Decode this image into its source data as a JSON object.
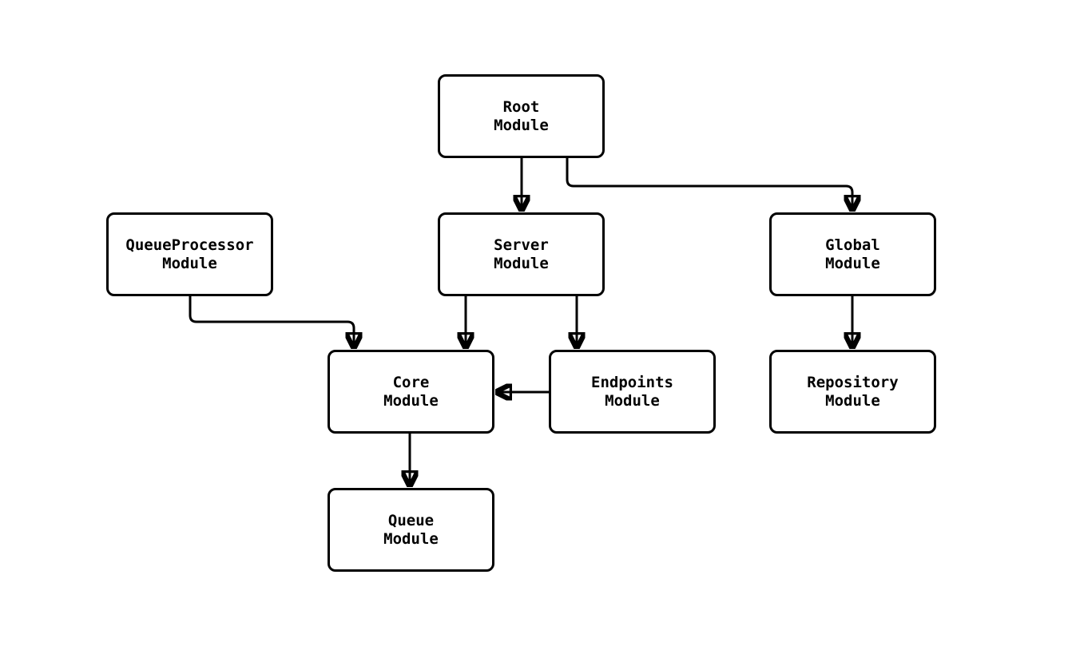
{
  "diagram": {
    "type": "flowchart",
    "description": "Module dependency graph",
    "colors": {
      "background": "#ffffff",
      "node_fill": "#ffffff",
      "node_border": "#000000",
      "edge": "#000000",
      "text": "#000000"
    },
    "nodes": [
      {
        "id": "root",
        "lines": [
          "Root",
          "Module"
        ]
      },
      {
        "id": "queueprocessor",
        "lines": [
          "QueueProcessor",
          "Module"
        ]
      },
      {
        "id": "server",
        "lines": [
          "Server",
          "Module"
        ]
      },
      {
        "id": "global",
        "lines": [
          "Global",
          "Module"
        ]
      },
      {
        "id": "core",
        "lines": [
          "Core",
          "Module"
        ]
      },
      {
        "id": "endpoints",
        "lines": [
          "Endpoints",
          "Module"
        ]
      },
      {
        "id": "repository",
        "lines": [
          "Repository",
          "Module"
        ]
      },
      {
        "id": "queue",
        "lines": [
          "Queue",
          "Module"
        ]
      }
    ],
    "edges": [
      {
        "from": "Root Module",
        "to": "Server Module"
      },
      {
        "from": "Root Module",
        "to": "Global Module"
      },
      {
        "from": "QueueProcessor Module",
        "to": "Core Module"
      },
      {
        "from": "Server Module",
        "to": "Core Module"
      },
      {
        "from": "Server Module",
        "to": "Endpoints Module"
      },
      {
        "from": "Endpoints Module",
        "to": "Core Module"
      },
      {
        "from": "Global Module",
        "to": "Repository Module"
      },
      {
        "from": "Core Module",
        "to": "Queue Module"
      }
    ]
  }
}
